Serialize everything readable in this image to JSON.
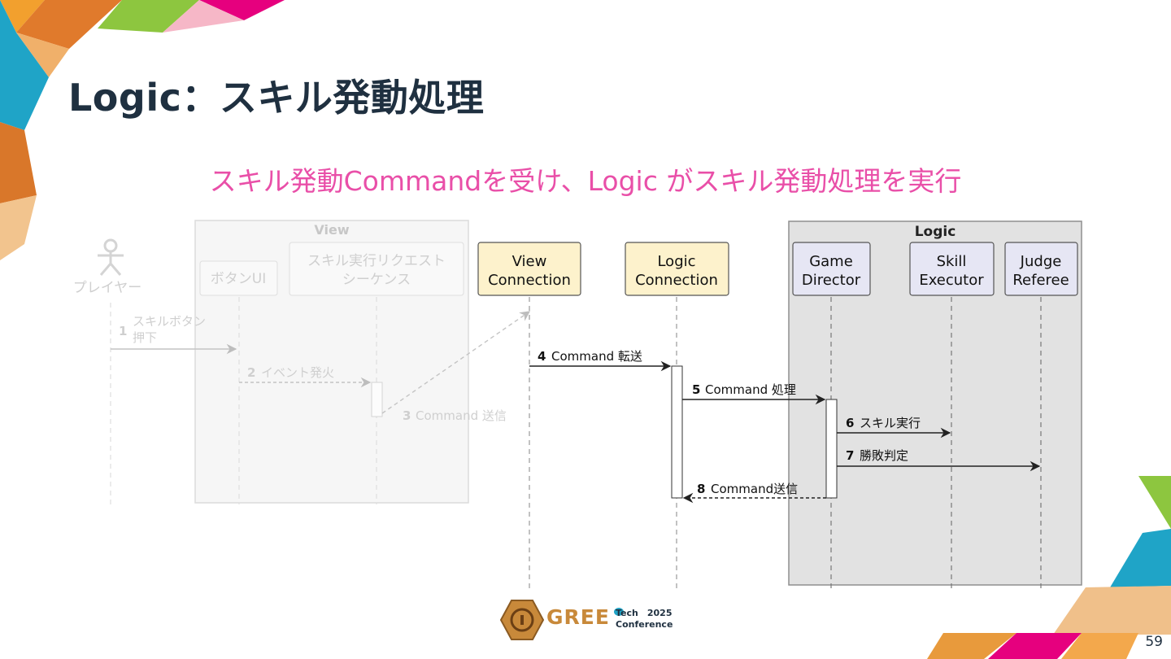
{
  "slide": {
    "title": "Logic：スキル発動処理",
    "subtitle": "スキル発動Commandを受け、Logic がスキル発動処理を実行",
    "page_number": "59"
  },
  "diagram": {
    "groups": {
      "view": "View",
      "logic": "Logic"
    },
    "participants": {
      "player": "プレイヤー",
      "button_ui": "ボタンUI",
      "skill_req_1": "スキル実行リクエスト",
      "skill_req_2": "シーケンス",
      "view_conn_1": "View",
      "view_conn_2": "Connection",
      "logic_conn_1": "Logic",
      "logic_conn_2": "Connection",
      "game_dir_1": "Game",
      "game_dir_2": "Director",
      "skill_exec_1": "Skill",
      "skill_exec_2": "Executor",
      "judge_1": "Judge",
      "judge_2": "Referee"
    },
    "messages": [
      {
        "num": "1",
        "text": "スキルボタン",
        "text2": "押下"
      },
      {
        "num": "2",
        "text": "イベント発火"
      },
      {
        "num": "3",
        "text": "Command 送信"
      },
      {
        "num": "4",
        "text": "Command 転送"
      },
      {
        "num": "5",
        "text": "Command 処理"
      },
      {
        "num": "6",
        "text": "スキル実行"
      },
      {
        "num": "7",
        "text": "勝敗判定"
      },
      {
        "num": "8",
        "text": "Command送信"
      }
    ]
  },
  "footer": {
    "brand": "GREE",
    "tech": "Tech",
    "year": "2025",
    "conference": "Conference"
  },
  "colors": {
    "title": "#1f3040",
    "subtitle": "#e94fa8",
    "participant_yellow": "#fdf2cc",
    "participant_lavender": "#e6e6f4",
    "logic_group_bg": "#e2e2e2"
  }
}
